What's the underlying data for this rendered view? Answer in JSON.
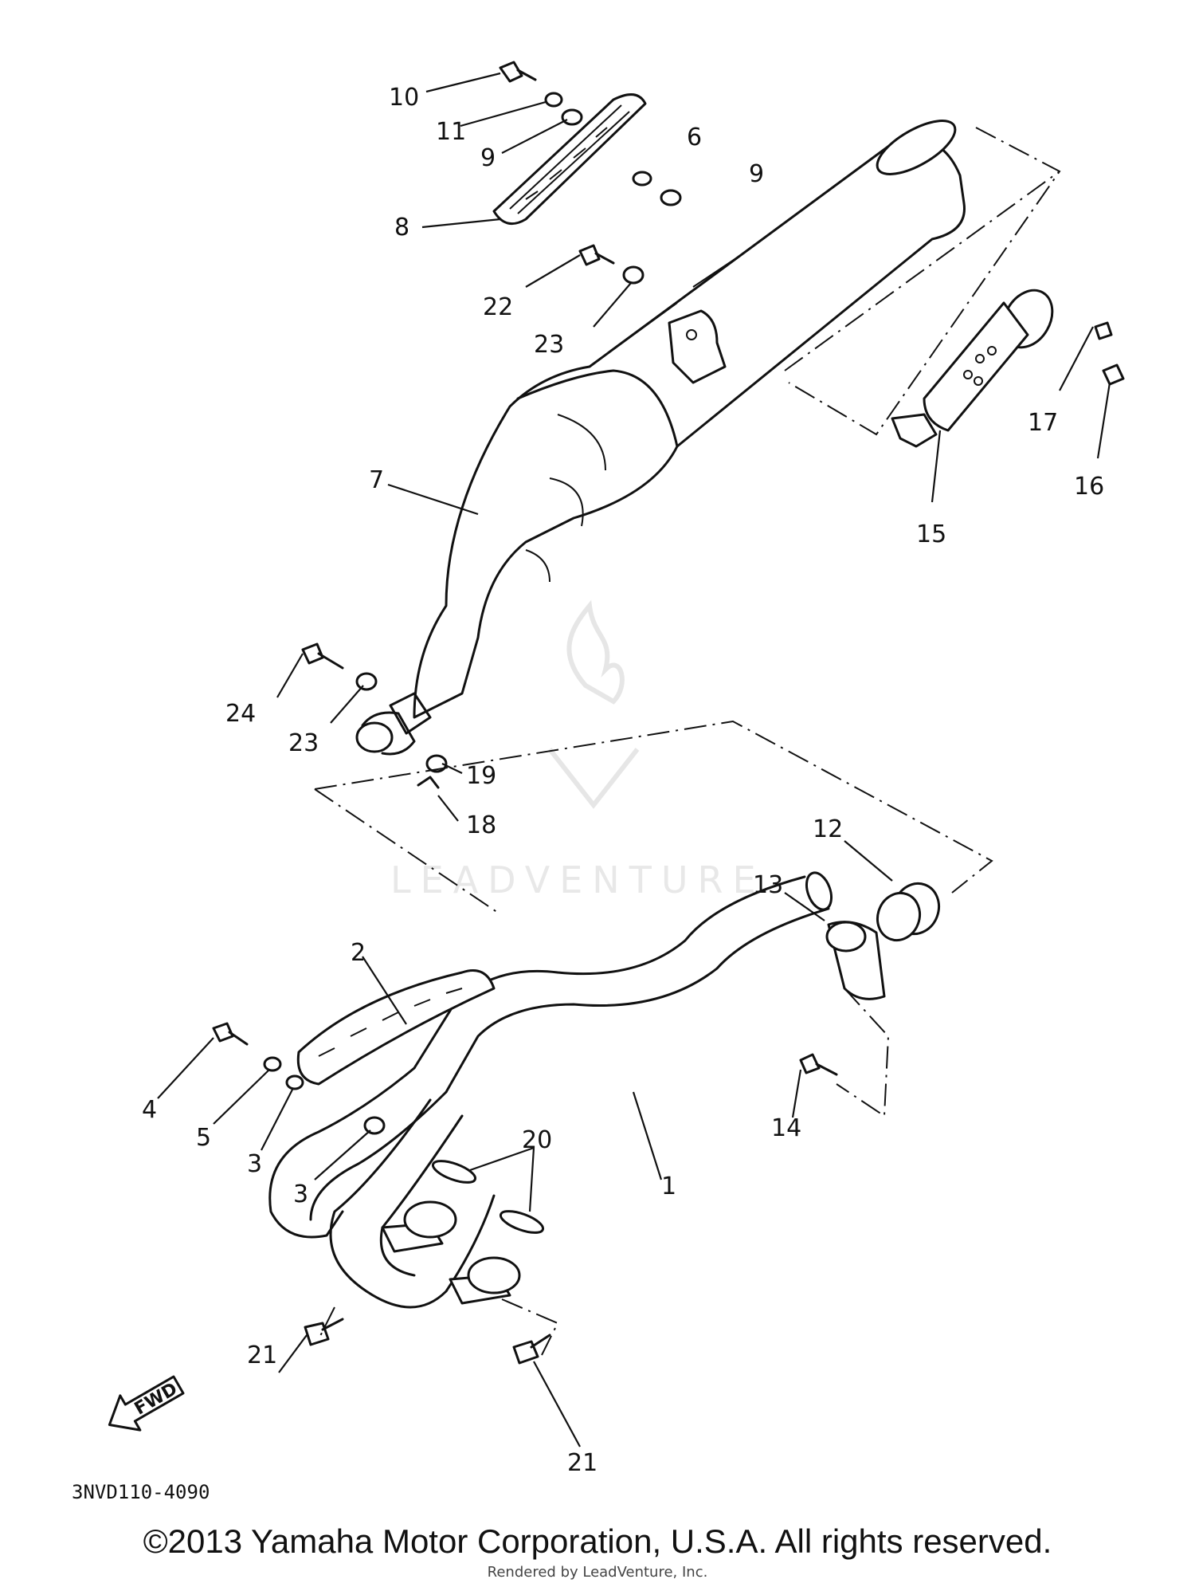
{
  "diagram": {
    "code": "3NVD110-4090",
    "fwd_label": "FWD",
    "watermark": "LEADVENTURE",
    "labels": {
      "l1": "1",
      "l2": "2",
      "l3a": "3",
      "l3b": "3",
      "l4": "4",
      "l5": "5",
      "l6": "6",
      "l7": "7",
      "l8": "8",
      "l9a": "9",
      "l9b": "9",
      "l10": "10",
      "l11": "11",
      "l12": "12",
      "l13": "13",
      "l14": "14",
      "l15": "15",
      "l16": "16",
      "l17": "17",
      "l18": "18",
      "l19": "19",
      "l20": "20",
      "l21a": "21",
      "l21b": "21",
      "l22": "22",
      "l23a": "23",
      "l23b": "23",
      "l24": "24"
    }
  },
  "footer": {
    "copyright": "©2013 Yamaha Motor Corporation, U.S.A. All rights reserved.",
    "rendered_by": "Rendered by LeadVenture, Inc."
  }
}
